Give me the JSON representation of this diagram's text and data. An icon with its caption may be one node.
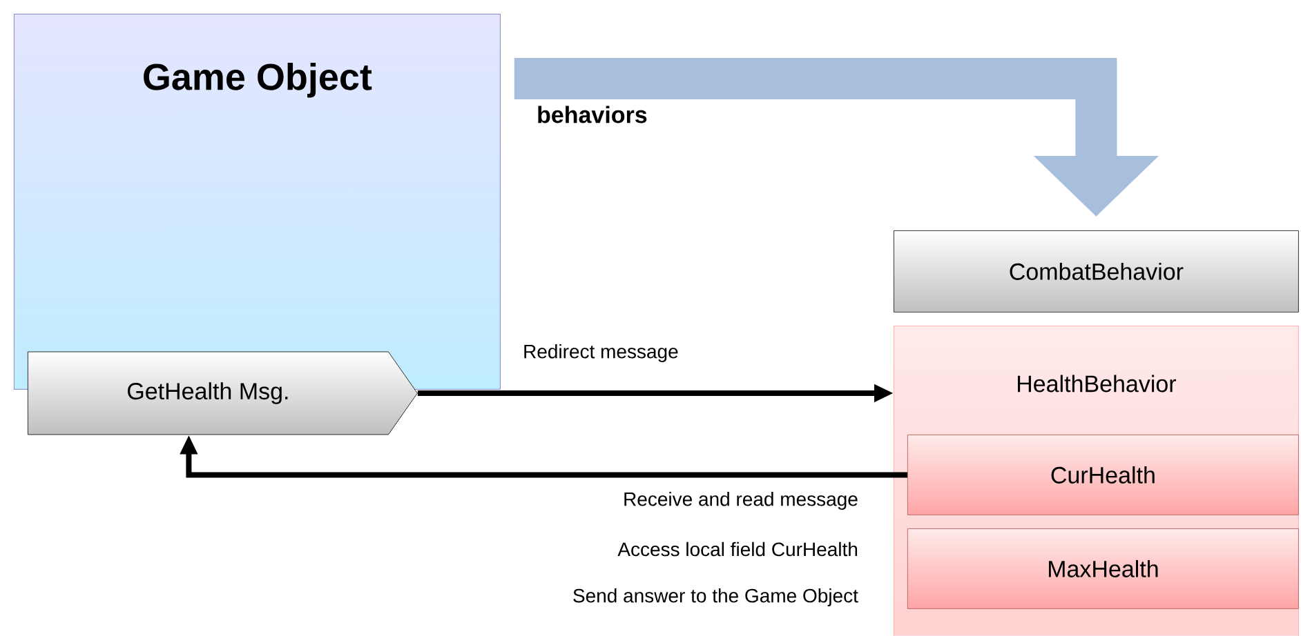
{
  "diagram": {
    "nodes": [
      {
        "text": [
          "Game Object"
        ]
      },
      {
        "text": [
          "GetHealth Msg."
        ]
      },
      {
        "text": [
          "CombatBehavior"
        ]
      },
      {
        "text": [
          "HealthBehavior"
        ]
      },
      {
        "text": [
          "CurHealth"
        ],
        "in": 3
      },
      {
        "text": [
          "MaxHealth"
        ],
        "in": 3
      }
    ],
    "edges": [
      {
        "from": 0,
        "to": 2,
        "arrow": "to",
        "label": "behaviors",
        "style": "thick",
        "color": "#a7bfdd"
      },
      {
        "from": 1,
        "to": 3,
        "arrow": "to",
        "label": "Redirect message"
      },
      {
        "from": 4,
        "to": 1,
        "arrow": "to"
      }
    ],
    "labels": [
      "Receive and read message",
      "Access local field CurHealth",
      "Send answer to the Game Object"
    ]
  }
}
